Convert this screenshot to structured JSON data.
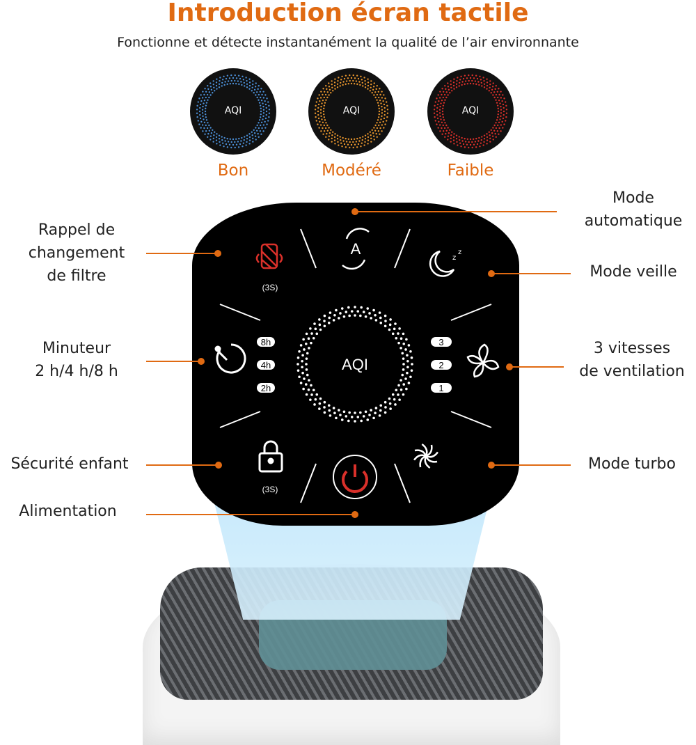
{
  "header": {
    "title": "Introduction écran tactile",
    "subtitle": "Fonctionne et détecte instantanément la qualité de l’air environnante"
  },
  "aqi_levels": [
    {
      "label": "Bon",
      "badge": "AQI",
      "color": "#4C8FD6"
    },
    {
      "label": "Modéré",
      "badge": "AQI",
      "color": "#E8962E"
    },
    {
      "label": "Faible",
      "badge": "AQI",
      "color": "#D9302A"
    }
  ],
  "accent_color": "#E06A12",
  "panel": {
    "center_label": "AQI",
    "filter_hold": "(3S)",
    "lock_hold": "(3S)",
    "timer_options": [
      "8h",
      "4h",
      "2h"
    ],
    "speed_options": [
      "3",
      "2",
      "1"
    ]
  },
  "callouts": {
    "auto_mode": [
      "Mode",
      "automatique"
    ],
    "filter_reminder": [
      "Rappel de",
      "changement",
      "de filtre"
    ],
    "sleep_mode": "Mode veille",
    "timer": [
      "Minuteur",
      "2 h/4 h/8 h"
    ],
    "fan_speeds": [
      "3 vitesses",
      "de ventilation"
    ],
    "child_lock": "Sécurité enfant",
    "turbo_mode": "Mode turbo",
    "power": "Alimentation"
  }
}
